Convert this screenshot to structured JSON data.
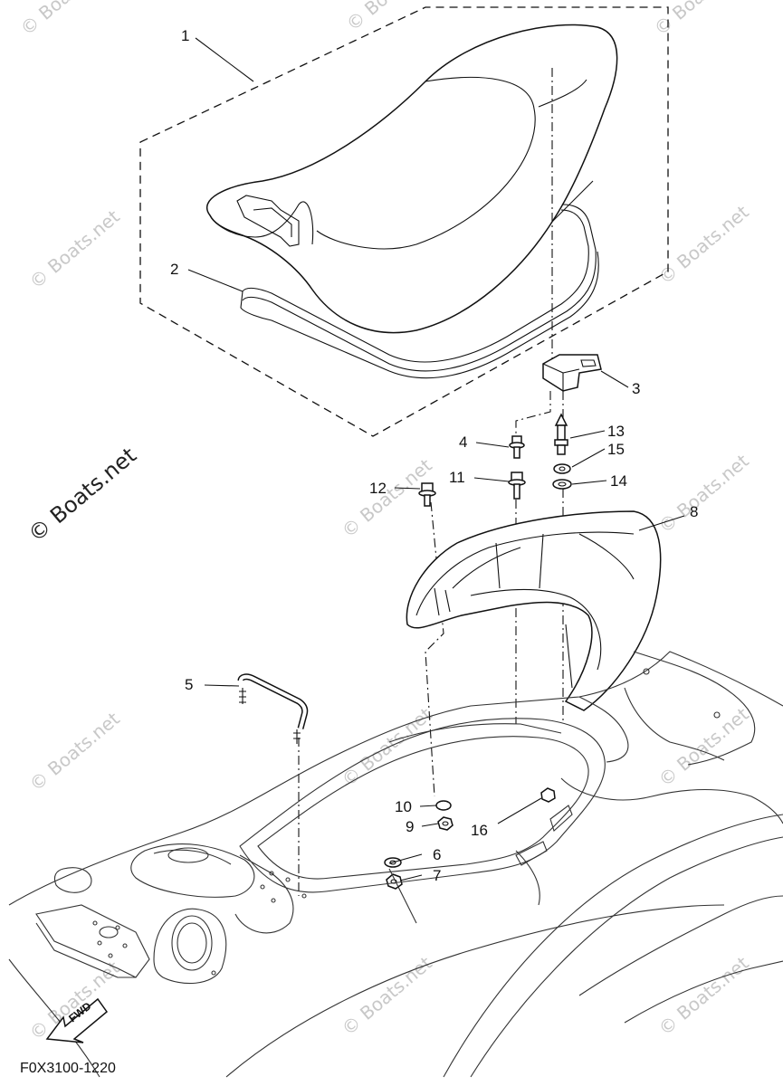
{
  "diagram": {
    "code": "F0X3100-1220",
    "watermark_large": "© Boats.net",
    "watermark_small": "© Boats.net",
    "fwd_label": "FWD",
    "callouts": [
      "1",
      "2",
      "3",
      "4",
      "5",
      "6",
      "7",
      "8",
      "9",
      "10",
      "11",
      "12",
      "13",
      "14",
      "15",
      "16"
    ]
  }
}
